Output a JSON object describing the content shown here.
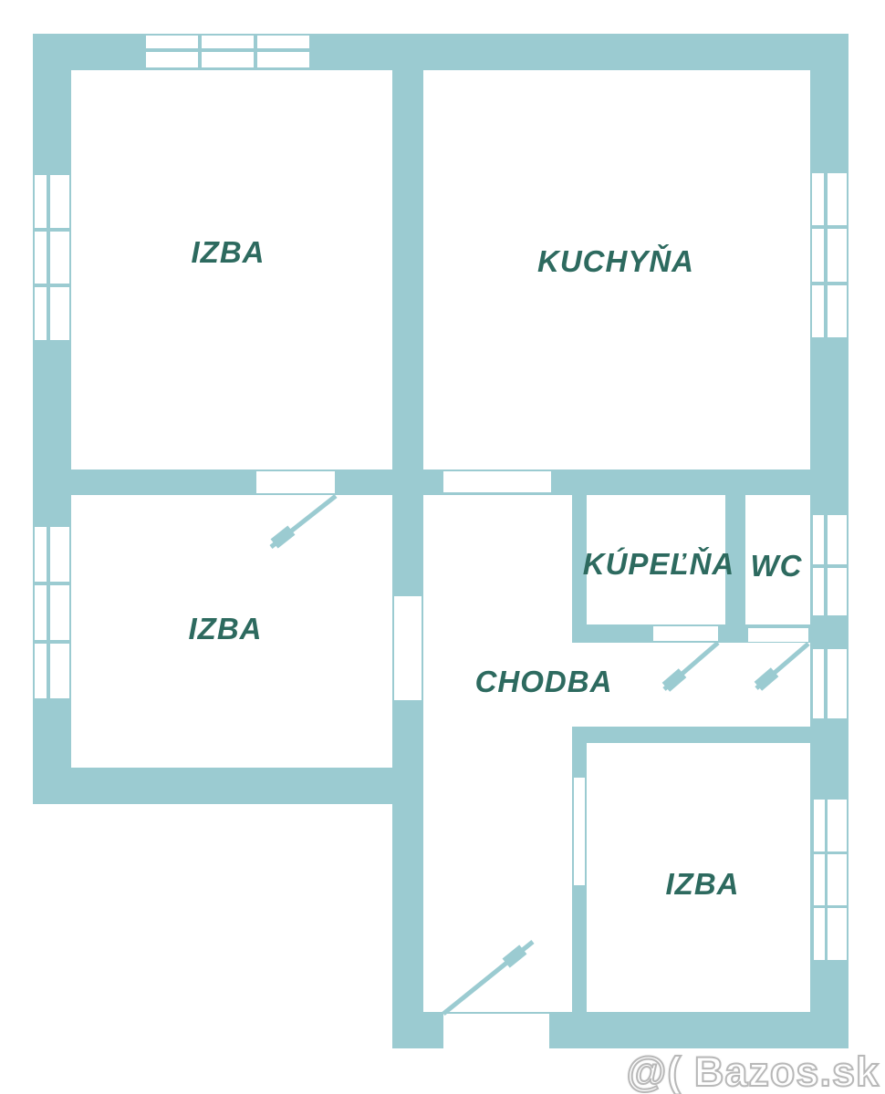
{
  "floorplan": {
    "rooms": [
      {
        "id": "izba-top-left",
        "label": "IZBA"
      },
      {
        "id": "kuchyna",
        "label": "KUCHYŇA"
      },
      {
        "id": "izba-middle-left",
        "label": "IZBA"
      },
      {
        "id": "kupelna",
        "label": "KÚPEĽŇA"
      },
      {
        "id": "wc",
        "label": "WC"
      },
      {
        "id": "chodba",
        "label": "CHODBA"
      },
      {
        "id": "izba-bottom-right",
        "label": "IZBA"
      }
    ],
    "colors": {
      "wall": "#9bcbd1",
      "label_text": "#2d6a5f",
      "background": "#ffffff",
      "watermark_outline": "#b8b8b8"
    },
    "watermark": "@( Bazos.sk"
  }
}
